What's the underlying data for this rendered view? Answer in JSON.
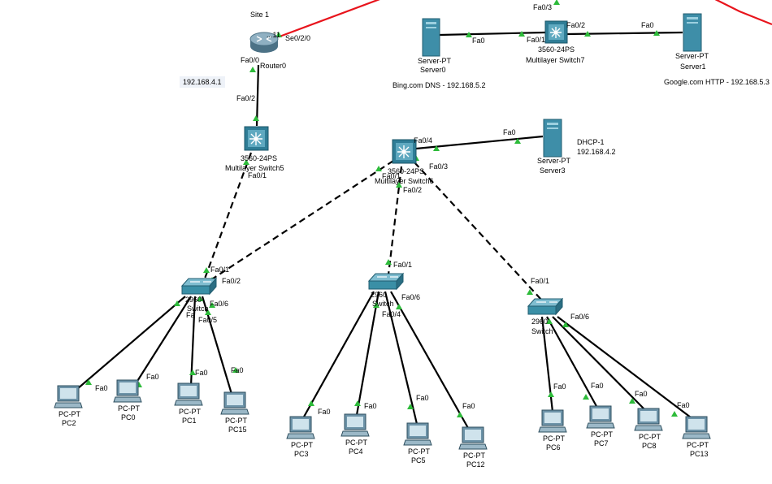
{
  "colors": {
    "link_solid": "#000000",
    "link_serial": "#e8141c",
    "port_up": "#2dbb3a",
    "server_fill": "#3e8ea8",
    "switch_fill": "#3a8fa6",
    "router_fill": "#6a8fa6",
    "pc_fill": "#7fa6b8",
    "note_bg": "#eef2f8"
  },
  "notes": {
    "site": "Site 1",
    "router_net": "192.168.4.1",
    "dns": "Bing.com DNS - 192.168.5.2",
    "http": "Google.com HTTP - 192.168.5.3",
    "dhcp_name": "DHCP-1",
    "dhcp_ip": "192.168.4.2"
  },
  "devices": {
    "router0": {
      "icon": "router-icon",
      "line1": "...11",
      "line2": "Router0"
    },
    "msw5": {
      "icon": "multilayer-switch-icon",
      "line1": "3560-24PS",
      "line2": "Multilayer Switch5"
    },
    "msw6": {
      "icon": "multilayer-switch-icon",
      "line1": "3560-24PS",
      "line2": "Multilayer Switch6"
    },
    "msw7": {
      "icon": "multilayer-switch-icon",
      "line1": "3560-24PS",
      "line2": "Multilayer Switch7"
    },
    "server0": {
      "icon": "server-icon",
      "line1": "Server-PT",
      "line2": "Server0"
    },
    "server1": {
      "icon": "server-icon",
      "line1": "Server-PT",
      "line2": "Server1"
    },
    "server3": {
      "icon": "server-icon",
      "line1": "Server-PT",
      "line2": "Server3"
    },
    "sw_a": {
      "icon": "switch-icon",
      "line1": "2960",
      "line2": "Switch"
    },
    "sw_b": {
      "icon": "switch-icon",
      "line1": "2960",
      "line2": "Switch"
    },
    "sw_c": {
      "icon": "switch-icon",
      "line1": "2960",
      "line2": "Switch"
    },
    "pc2": {
      "icon": "pc-icon",
      "line1": "PC-PT",
      "line2": "PC2"
    },
    "pc0": {
      "icon": "pc-icon",
      "line1": "PC-PT",
      "line2": "PC0"
    },
    "pc1": {
      "icon": "pc-icon",
      "line1": "PC-PT",
      "line2": "PC1"
    },
    "pc15": {
      "icon": "pc-icon",
      "line1": "PC-PT",
      "line2": "PC15"
    },
    "pc3": {
      "icon": "pc-icon",
      "line1": "PC-PT",
      "line2": "PC3"
    },
    "pc4": {
      "icon": "pc-icon",
      "line1": "PC-PT",
      "line2": "PC4"
    },
    "pc5": {
      "icon": "pc-icon",
      "line1": "PC-PT",
      "line2": "PC5"
    },
    "pc12": {
      "icon": "pc-icon",
      "line1": "PC-PT",
      "line2": "PC12"
    },
    "pc6": {
      "icon": "pc-icon",
      "line1": "PC-PT",
      "line2": "PC6"
    },
    "pc7": {
      "icon": "pc-icon",
      "line1": "PC-PT",
      "line2": "PC7"
    },
    "pc8": {
      "icon": "pc-icon",
      "line1": "PC-PT",
      "line2": "PC8"
    },
    "pc13": {
      "icon": "pc-icon",
      "line1": "PC-PT",
      "line2": "PC13"
    }
  },
  "links": [
    {
      "id": "r0-msw5",
      "from": "router0",
      "to": "msw5",
      "style": "solid"
    },
    {
      "id": "msw5-swa",
      "from": "msw5",
      "to": "sw_a",
      "style": "dashed"
    },
    {
      "id": "msw6-swa",
      "from": "msw6",
      "to": "sw_a",
      "style": "dashed"
    },
    {
      "id": "msw6-swb",
      "from": "msw6",
      "to": "sw_b",
      "style": "dashed"
    },
    {
      "id": "msw6-swc",
      "from": "msw6",
      "to": "sw_c",
      "style": "dashed"
    },
    {
      "id": "msw6-server3",
      "from": "msw6",
      "to": "server3",
      "style": "solid"
    },
    {
      "id": "server0-msw7",
      "from": "server0",
      "to": "msw7",
      "style": "solid"
    },
    {
      "id": "msw7-server1",
      "from": "msw7",
      "to": "server1",
      "style": "solid"
    },
    {
      "id": "swa-pc2",
      "from": "sw_a",
      "to": "pc2",
      "style": "solid"
    },
    {
      "id": "swa-pc0",
      "from": "sw_a",
      "to": "pc0",
      "style": "solid"
    },
    {
      "id": "swa-pc1",
      "from": "sw_a",
      "to": "pc1",
      "style": "solid"
    },
    {
      "id": "swa-pc15",
      "from": "sw_a",
      "to": "pc15",
      "style": "solid"
    },
    {
      "id": "swb-pc3",
      "from": "sw_b",
      "to": "pc3",
      "style": "solid"
    },
    {
      "id": "swb-pc4",
      "from": "sw_b",
      "to": "pc4",
      "style": "solid"
    },
    {
      "id": "swb-pc5",
      "from": "sw_b",
      "to": "pc5",
      "style": "solid"
    },
    {
      "id": "swb-pc12",
      "from": "sw_b",
      "to": "pc12",
      "style": "solid"
    },
    {
      "id": "swc-pc6",
      "from": "sw_c",
      "to": "pc6",
      "style": "solid"
    },
    {
      "id": "swc-pc7",
      "from": "sw_c",
      "to": "pc7",
      "style": "solid"
    },
    {
      "id": "swc-pc8",
      "from": "sw_c",
      "to": "pc8",
      "style": "solid"
    },
    {
      "id": "swc-pc13",
      "from": "sw_c",
      "to": "pc13",
      "style": "solid"
    }
  ],
  "port_labels": {
    "se020": "Se0/2/0",
    "r0_fa00": "Fa0/0",
    "msw5_fa02": "Fa0/2",
    "msw5_fa01": "Fa0/1",
    "msw6_fa04": "Fa0/4",
    "msw6_fa01": "Fa0/1",
    "msw6_fa02": "Fa0/2",
    "msw6_fa03": "Fa0/3",
    "server3_fa0": "Fa0",
    "msw7_fa03": "Fa0/3",
    "msw7_fa02": "Fa0/2",
    "msw7_fa01": "Fa0/1",
    "server0_fa0": "Fa0",
    "server1_fa0": "Fa0",
    "swa_fa01": "Fa0/1",
    "swa_fa02": "Fa0/2",
    "swa_fa06": "Fa0/6",
    "swa_fa05": "Fa0/5",
    "swa_fa": "Fa",
    "swb_fa01": "Fa0/1",
    "swb_fa06": "Fa0/6",
    "swb_fa04": "Fa0/4",
    "swc_fa01": "Fa0/1",
    "swc_fa06": "Fa0/6",
    "pc2_fa0": "Fa0",
    "pc0_fa0": "Fa0",
    "pc1_fa0": "Fa0",
    "pc15_fa0": "Fa0",
    "pc3_fa0": "Fa0",
    "pc4_fa0": "Fa0",
    "pc5_fa0": "Fa0",
    "pc12_fa0": "Fa0",
    "pc6_fa0": "Fa0",
    "pc7_fa0": "Fa0",
    "pc8_fa0": "Fa0",
    "pc13_fa0": "Fa0"
  }
}
